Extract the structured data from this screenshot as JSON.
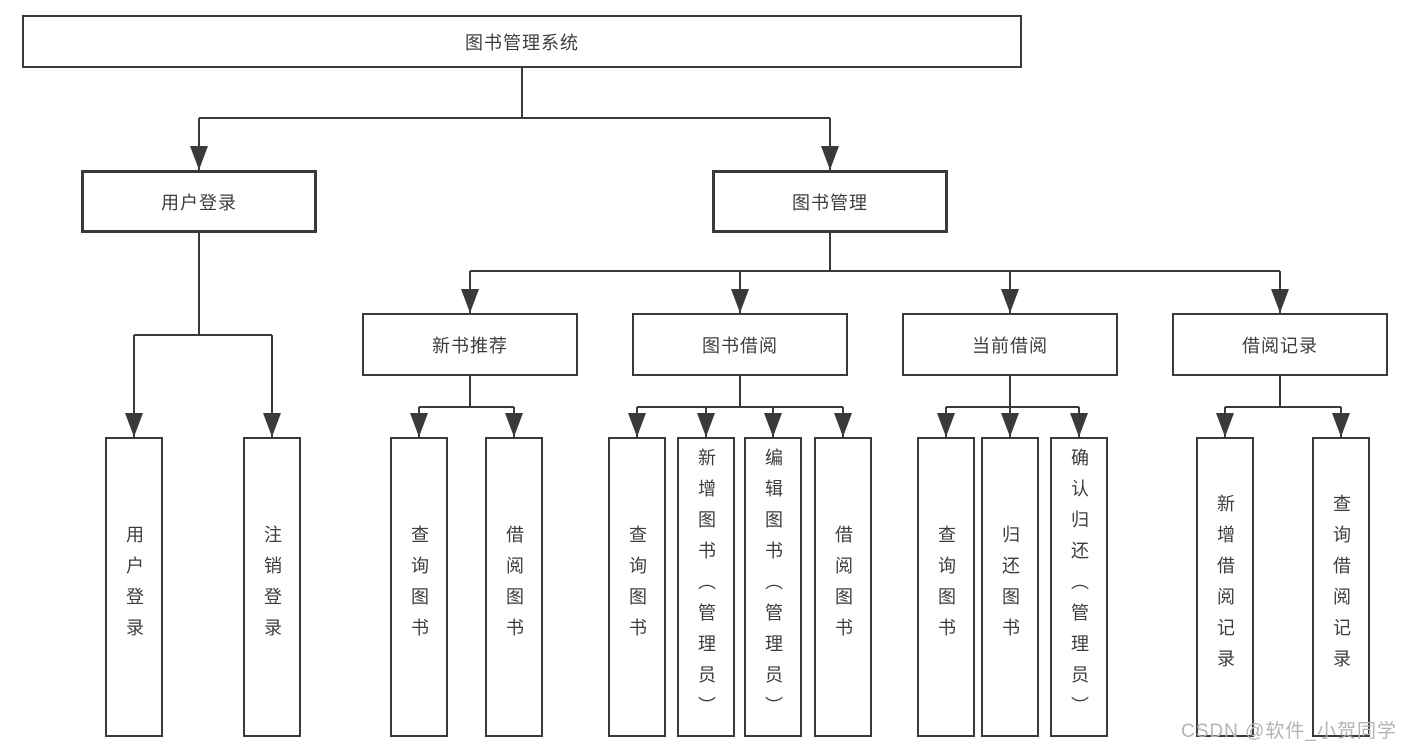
{
  "colors": {
    "line": "#3a3a3a",
    "box_border": "#3a3a3a",
    "text": "#3d3d3d",
    "watermark": "#b5b3b3",
    "background": "#ffffff"
  },
  "diagram": {
    "root": {
      "label": "图书管理系统"
    },
    "branches": [
      {
        "label": "用户登录",
        "children": [
          {
            "label": "用户登录"
          },
          {
            "label": "注销登录"
          }
        ]
      },
      {
        "label": "图书管理",
        "children": [
          {
            "label": "新书推荐",
            "children": [
              {
                "label": "查询图书"
              },
              {
                "label": "借阅图书"
              }
            ]
          },
          {
            "label": "图书借阅",
            "children": [
              {
                "label": "查询图书"
              },
              {
                "label": "新增图书（管理员）"
              },
              {
                "label": "编辑图书（管理员）"
              },
              {
                "label": "借阅图书"
              }
            ]
          },
          {
            "label": "当前借阅",
            "children": [
              {
                "label": "查询图书"
              },
              {
                "label": "归还图书"
              },
              {
                "label": "确认归还（管理员）"
              }
            ]
          },
          {
            "label": "借阅记录",
            "children": [
              {
                "label": "新增借阅记录"
              },
              {
                "label": "查询借阅记录"
              }
            ]
          }
        ]
      }
    ]
  },
  "watermark": {
    "text": "CSDN @软件_小贺同学"
  }
}
